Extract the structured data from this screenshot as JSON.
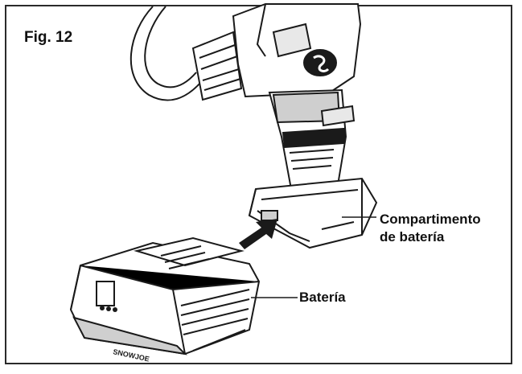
{
  "figure": {
    "label": "Fig. 12"
  },
  "callouts": {
    "compartment_line1": "Compartimento",
    "compartment_line2": "de batería",
    "battery": "Batería"
  },
  "battery_brand": "SNOWJOE",
  "colors": {
    "ink": "#1a1a1a",
    "border": "#2a2a2a",
    "background": "#ffffff",
    "shade": "#cfcfcf"
  }
}
